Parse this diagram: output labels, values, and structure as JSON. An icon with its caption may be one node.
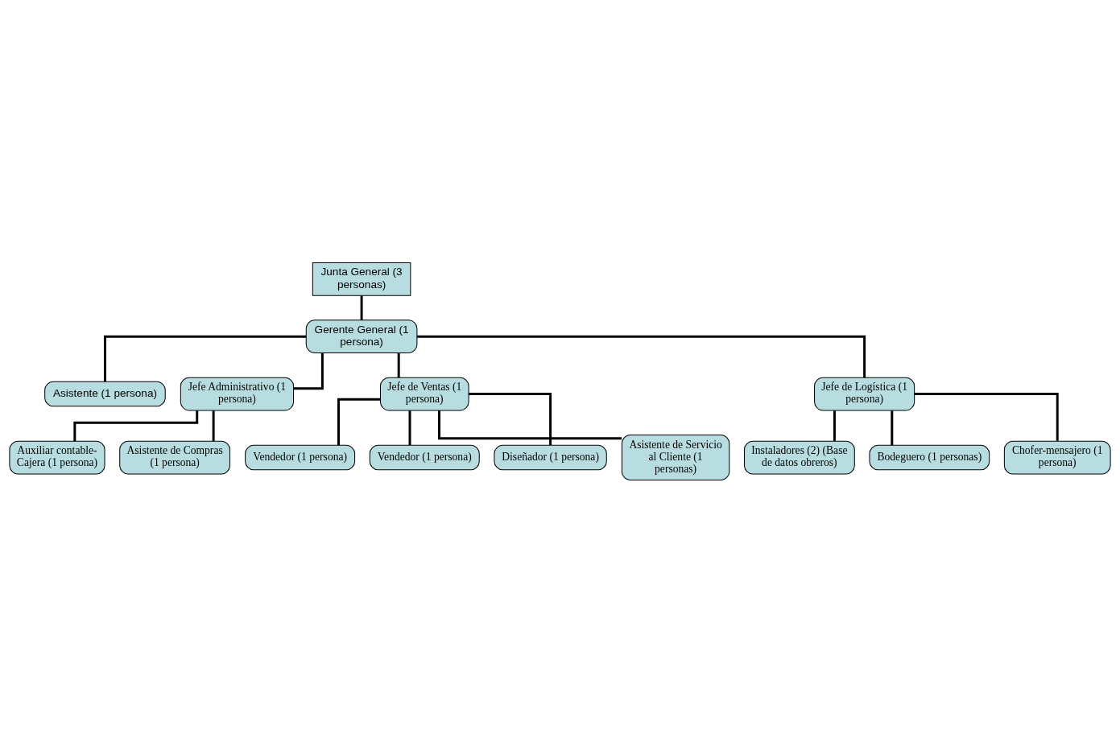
{
  "diagram": {
    "nodes": [
      {
        "text": [
          "Junta General (3 personas)"
        ]
      },
      {
        "text": [
          "Gerente General (1 persona)"
        ]
      },
      {
        "text": [
          "Asistente (1 persona)"
        ]
      },
      {
        "text": [
          "Jefe Administrativo (1 persona)"
        ]
      },
      {
        "text": [
          "Jefe de Ventas (1 persona)"
        ]
      },
      {
        "text": [
          "Jefe de Logística (1 persona)"
        ]
      },
      {
        "text": [
          "Auxiliar contable-Cajera (1 persona)"
        ]
      },
      {
        "text": [
          "Asistente de Compras (1 persona)"
        ]
      },
      {
        "text": [
          "Vendedor (1 persona)"
        ]
      },
      {
        "text": [
          "Vendedor (1 persona)"
        ]
      },
      {
        "text": [
          "Diseñador (1 persona)"
        ]
      },
      {
        "text": [
          "Asistente de Servicio al Cliente (1 personas)"
        ]
      },
      {
        "text": [
          "Instaladores (2) (Base de datos obreros)"
        ]
      },
      {
        "text": [
          "Bodeguero (1 personas)"
        ]
      },
      {
        "text": [
          "Chofer-mensajero (1 persona)"
        ]
      }
    ],
    "edges": [
      {
        "from": 0,
        "to": 1,
        "arrow": "none"
      },
      {
        "from": 1,
        "to": 2,
        "arrow": "none"
      },
      {
        "from": 1,
        "to": 3,
        "arrow": "none"
      },
      {
        "from": 1,
        "to": 4,
        "arrow": "none"
      },
      {
        "from": 1,
        "to": 5,
        "arrow": "none"
      },
      {
        "from": 3,
        "to": 6,
        "arrow": "none"
      },
      {
        "from": 3,
        "to": 7,
        "arrow": "none"
      },
      {
        "from": 4,
        "to": 8,
        "arrow": "none"
      },
      {
        "from": 4,
        "to": 9,
        "arrow": "none"
      },
      {
        "from": 4,
        "to": 10,
        "arrow": "none"
      },
      {
        "from": 4,
        "to": 11,
        "arrow": "none"
      },
      {
        "from": 5,
        "to": 12,
        "arrow": "none"
      },
      {
        "from": 5,
        "to": 13,
        "arrow": "none"
      },
      {
        "from": 5,
        "to": 14,
        "arrow": "none"
      }
    ]
  }
}
